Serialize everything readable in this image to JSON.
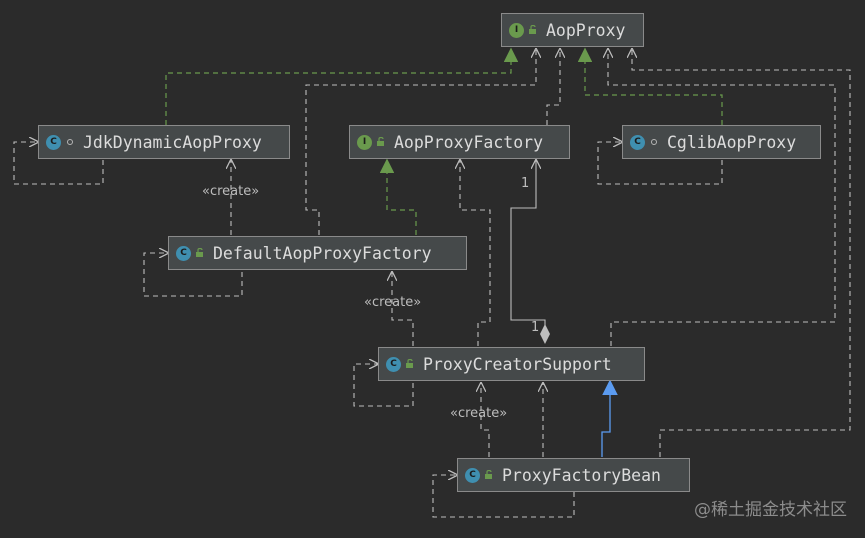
{
  "colors": {
    "background": "#2b2b2b",
    "interface_badge": "#6a9a4d",
    "class_badge": "#3f8fb0",
    "realization_edge": "#6a9a4d",
    "generalization_edge": "#5b9bf0",
    "dependency_edge": "#bdbdbd"
  },
  "nodes": {
    "aopproxy": {
      "name": "AopProxy",
      "kind": "interface",
      "badge": "I",
      "icon": "interface-icon"
    },
    "jdk": {
      "name": "JdkDynamicAopProxy",
      "kind": "class",
      "badge": "C",
      "icon": "class-icon"
    },
    "factory": {
      "name": "AopProxyFactory",
      "kind": "interface",
      "badge": "I",
      "icon": "interface-icon"
    },
    "cglib": {
      "name": "CglibAopProxy",
      "kind": "class",
      "badge": "C",
      "icon": "class-icon"
    },
    "default": {
      "name": "DefaultAopProxyFactory",
      "kind": "class",
      "badge": "C",
      "icon": "class-icon"
    },
    "support": {
      "name": "ProxyCreatorSupport",
      "kind": "class",
      "badge": "C",
      "icon": "class-icon"
    },
    "bean": {
      "name": "ProxyFactoryBean",
      "kind": "class",
      "badge": "C",
      "icon": "class-icon"
    }
  },
  "edge_labels": {
    "create_1": "«create»",
    "create_2": "«create»",
    "create_3": "«create»"
  },
  "multiplicity": {
    "factory_end": "1",
    "support_end": "1"
  },
  "watermark": "@稀土掘金技术社区"
}
